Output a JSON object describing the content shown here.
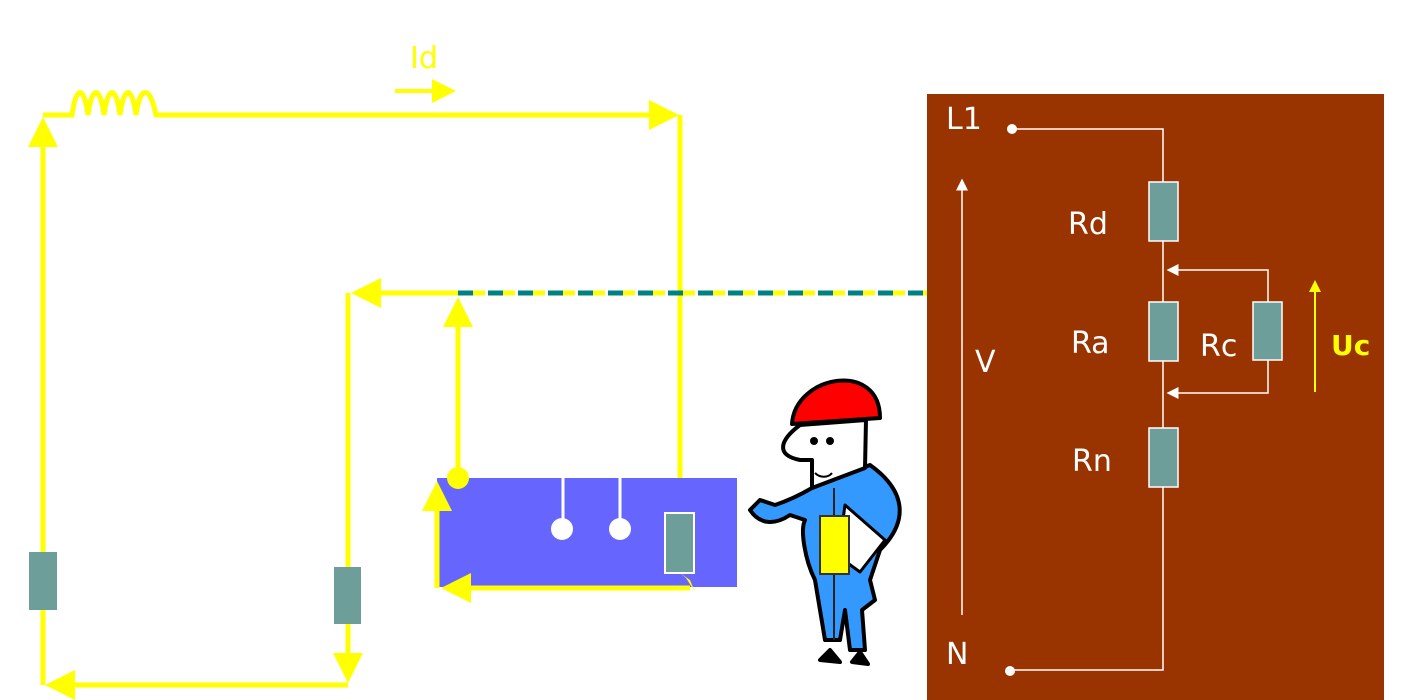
{
  "labels": {
    "id": "Id",
    "l1": "L1",
    "n": "N",
    "v": "V",
    "rd": "Rd",
    "ra": "Ra",
    "rc": "Rc",
    "rn": "Rn",
    "uc": "Uc",
    "rc_hidden": "RC"
  },
  "colors": {
    "wire": "#ffff00",
    "panel": "#993300",
    "resistor": "#6e9e9a",
    "equipment": "#6666ff",
    "earth_dash": "#008080"
  }
}
